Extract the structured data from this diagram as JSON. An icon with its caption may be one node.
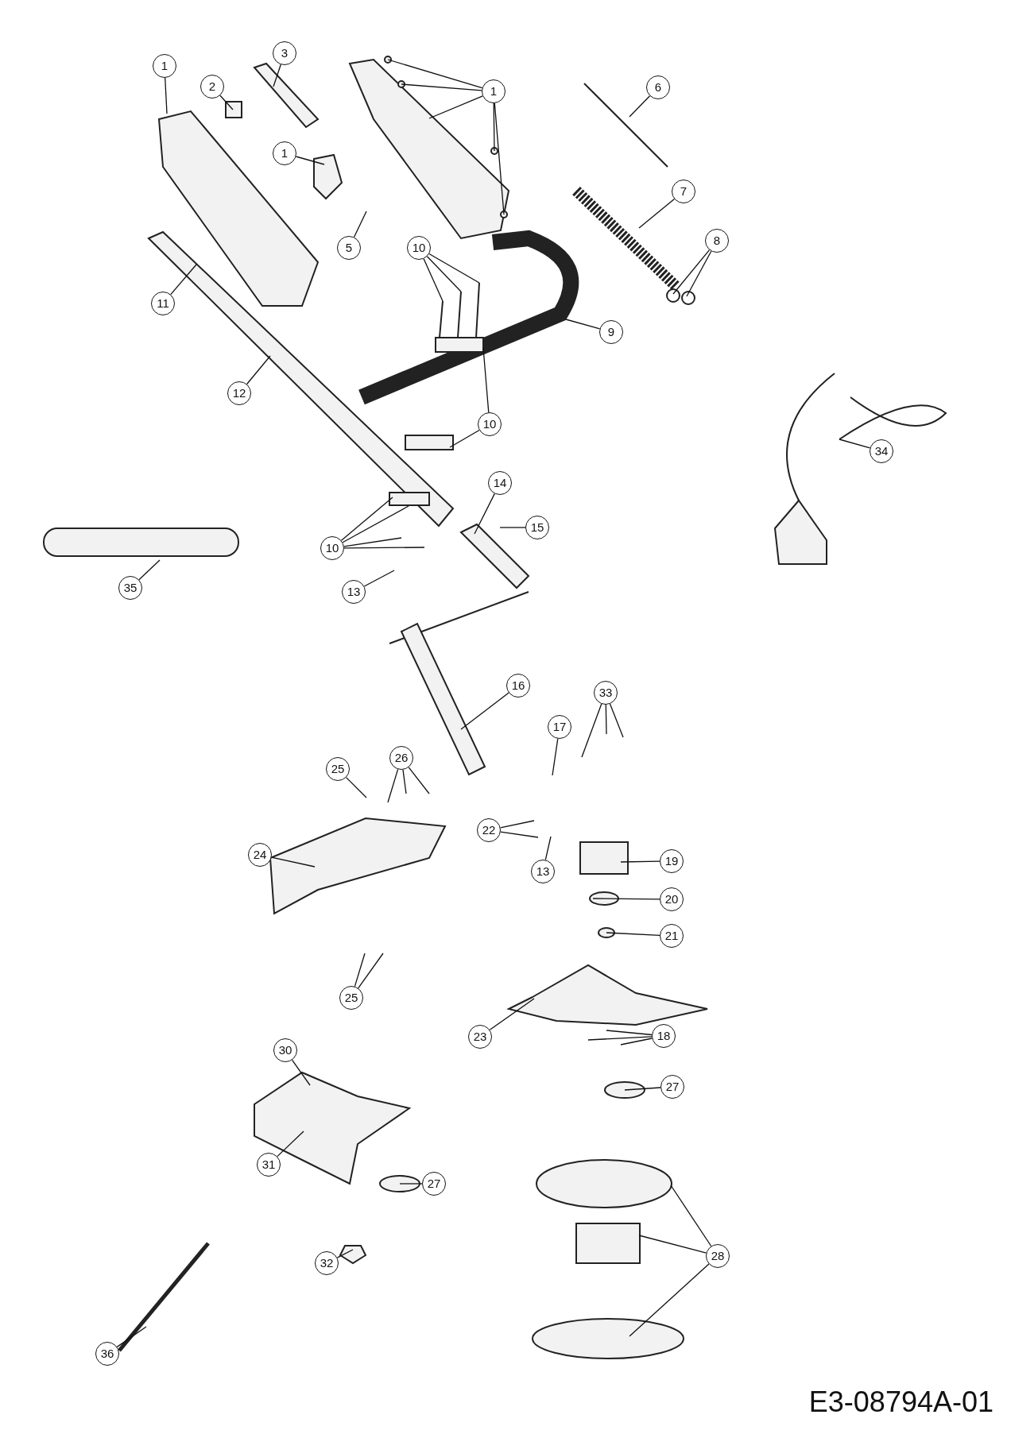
{
  "diagram": {
    "nodes": [
      {
        "text": [
          "3"
        ]
      },
      {
        "text": [
          "1"
        ]
      },
      {
        "text": [
          "2"
        ]
      },
      {
        "text": [
          "6"
        ]
      },
      {
        "text": [
          "1"
        ]
      },
      {
        "text": [
          "1"
        ]
      },
      {
        "text": [
          "7"
        ]
      },
      {
        "text": [
          "8"
        ]
      },
      {
        "text": [
          "5"
        ]
      },
      {
        "text": [
          "10"
        ]
      },
      {
        "text": [
          "11"
        ]
      },
      {
        "text": [
          "9"
        ]
      },
      {
        "text": [
          "12"
        ]
      },
      {
        "text": [
          "10"
        ]
      },
      {
        "text": [
          "34"
        ]
      },
      {
        "text": [
          "14"
        ]
      },
      {
        "text": [
          "15"
        ]
      },
      {
        "text": [
          "10"
        ]
      },
      {
        "text": [
          "35"
        ]
      },
      {
        "text": [
          "13"
        ]
      },
      {
        "text": [
          "16"
        ]
      },
      {
        "text": [
          "33"
        ]
      },
      {
        "text": [
          "17"
        ]
      },
      {
        "text": [
          "26"
        ]
      },
      {
        "text": [
          "25"
        ]
      },
      {
        "text": [
          "22"
        ]
      },
      {
        "text": [
          "24"
        ]
      },
      {
        "text": [
          "19"
        ]
      },
      {
        "text": [
          "13"
        ]
      },
      {
        "text": [
          "20"
        ]
      },
      {
        "text": [
          "21"
        ]
      },
      {
        "text": [
          "25"
        ]
      },
      {
        "text": [
          "18"
        ]
      },
      {
        "text": [
          "23"
        ]
      },
      {
        "text": [
          "30"
        ]
      },
      {
        "text": [
          "27"
        ]
      },
      {
        "text": [
          "31"
        ]
      },
      {
        "text": [
          "27"
        ]
      },
      {
        "text": [
          "28"
        ]
      },
      {
        "text": [
          "32"
        ]
      },
      {
        "text": [
          "36"
        ]
      }
    ],
    "edges": [
      {
        "from": 0,
        "to": null,
        "arrow": "none"
      },
      {
        "from": 1,
        "to": null,
        "arrow": "none"
      },
      {
        "from": 2,
        "to": null,
        "arrow": "none"
      },
      {
        "from": 3,
        "to": null,
        "arrow": "none"
      },
      {
        "from": 4,
        "to": null,
        "arrow": "none"
      },
      {
        "from": 4,
        "to": null,
        "arrow": "none"
      },
      {
        "from": 4,
        "to": null,
        "arrow": "none"
      },
      {
        "from": 4,
        "to": null,
        "arrow": "none"
      },
      {
        "from": 4,
        "to": null,
        "arrow": "none"
      },
      {
        "from": 5,
        "to": null,
        "arrow": "none"
      },
      {
        "from": 6,
        "to": null,
        "arrow": "none"
      },
      {
        "from": 7,
        "to": null,
        "arrow": "none"
      },
      {
        "from": 7,
        "to": null,
        "arrow": "none"
      },
      {
        "from": 8,
        "to": null,
        "arrow": "none"
      },
      {
        "from": 9,
        "to": null,
        "arrow": "none"
      },
      {
        "from": 9,
        "to": null,
        "arrow": "none"
      },
      {
        "from": 9,
        "to": null,
        "arrow": "none"
      },
      {
        "from": 10,
        "to": null,
        "arrow": "none"
      },
      {
        "from": 11,
        "to": null,
        "arrow": "none"
      },
      {
        "from": 12,
        "to": null,
        "arrow": "none"
      },
      {
        "from": 13,
        "to": null,
        "arrow": "none"
      },
      {
        "from": 13,
        "to": null,
        "arrow": "none"
      },
      {
        "from": 14,
        "to": null,
        "arrow": "none"
      },
      {
        "from": 15,
        "to": null,
        "arrow": "none"
      },
      {
        "from": 16,
        "to": null,
        "arrow": "none"
      },
      {
        "from": 17,
        "to": null,
        "arrow": "none"
      },
      {
        "from": 17,
        "to": null,
        "arrow": "none"
      },
      {
        "from": 17,
        "to": null,
        "arrow": "none"
      },
      {
        "from": 17,
        "to": null,
        "arrow": "none"
      },
      {
        "from": 18,
        "to": null,
        "arrow": "none"
      },
      {
        "from": 19,
        "to": null,
        "arrow": "none"
      },
      {
        "from": 20,
        "to": null,
        "arrow": "none"
      },
      {
        "from": 21,
        "to": null,
        "arrow": "none"
      },
      {
        "from": 21,
        "to": null,
        "arrow": "none"
      },
      {
        "from": 21,
        "to": null,
        "arrow": "none"
      },
      {
        "from": 22,
        "to": null,
        "arrow": "none"
      },
      {
        "from": 23,
        "to": null,
        "arrow": "none"
      },
      {
        "from": 23,
        "to": null,
        "arrow": "none"
      },
      {
        "from": 23,
        "to": null,
        "arrow": "none"
      },
      {
        "from": 24,
        "to": null,
        "arrow": "none"
      },
      {
        "from": 25,
        "to": null,
        "arrow": "none"
      },
      {
        "from": 25,
        "to": null,
        "arrow": "none"
      },
      {
        "from": 26,
        "to": null,
        "arrow": "none"
      },
      {
        "from": 27,
        "to": null,
        "arrow": "none"
      },
      {
        "from": 28,
        "to": null,
        "arrow": "none"
      },
      {
        "from": 29,
        "to": null,
        "arrow": "none"
      },
      {
        "from": 30,
        "to": null,
        "arrow": "none"
      },
      {
        "from": 31,
        "to": null,
        "arrow": "none"
      },
      {
        "from": 31,
        "to": null,
        "arrow": "none"
      },
      {
        "from": 32,
        "to": null,
        "arrow": "none"
      },
      {
        "from": 32,
        "to": null,
        "arrow": "none"
      },
      {
        "from": 32,
        "to": null,
        "arrow": "none"
      },
      {
        "from": 33,
        "to": null,
        "arrow": "none"
      },
      {
        "from": 34,
        "to": null,
        "arrow": "none"
      },
      {
        "from": 35,
        "to": null,
        "arrow": "none"
      },
      {
        "from": 36,
        "to": null,
        "arrow": "none"
      },
      {
        "from": 37,
        "to": null,
        "arrow": "none"
      },
      {
        "from": 38,
        "to": null,
        "arrow": "none"
      },
      {
        "from": 38,
        "to": null,
        "arrow": "none"
      },
      {
        "from": 38,
        "to": null,
        "arrow": "none"
      },
      {
        "from": 39,
        "to": null,
        "arrow": "none"
      },
      {
        "from": 40,
        "to": null,
        "arrow": "none"
      }
    ],
    "labels": [
      "E3-08794A-01"
    ]
  }
}
